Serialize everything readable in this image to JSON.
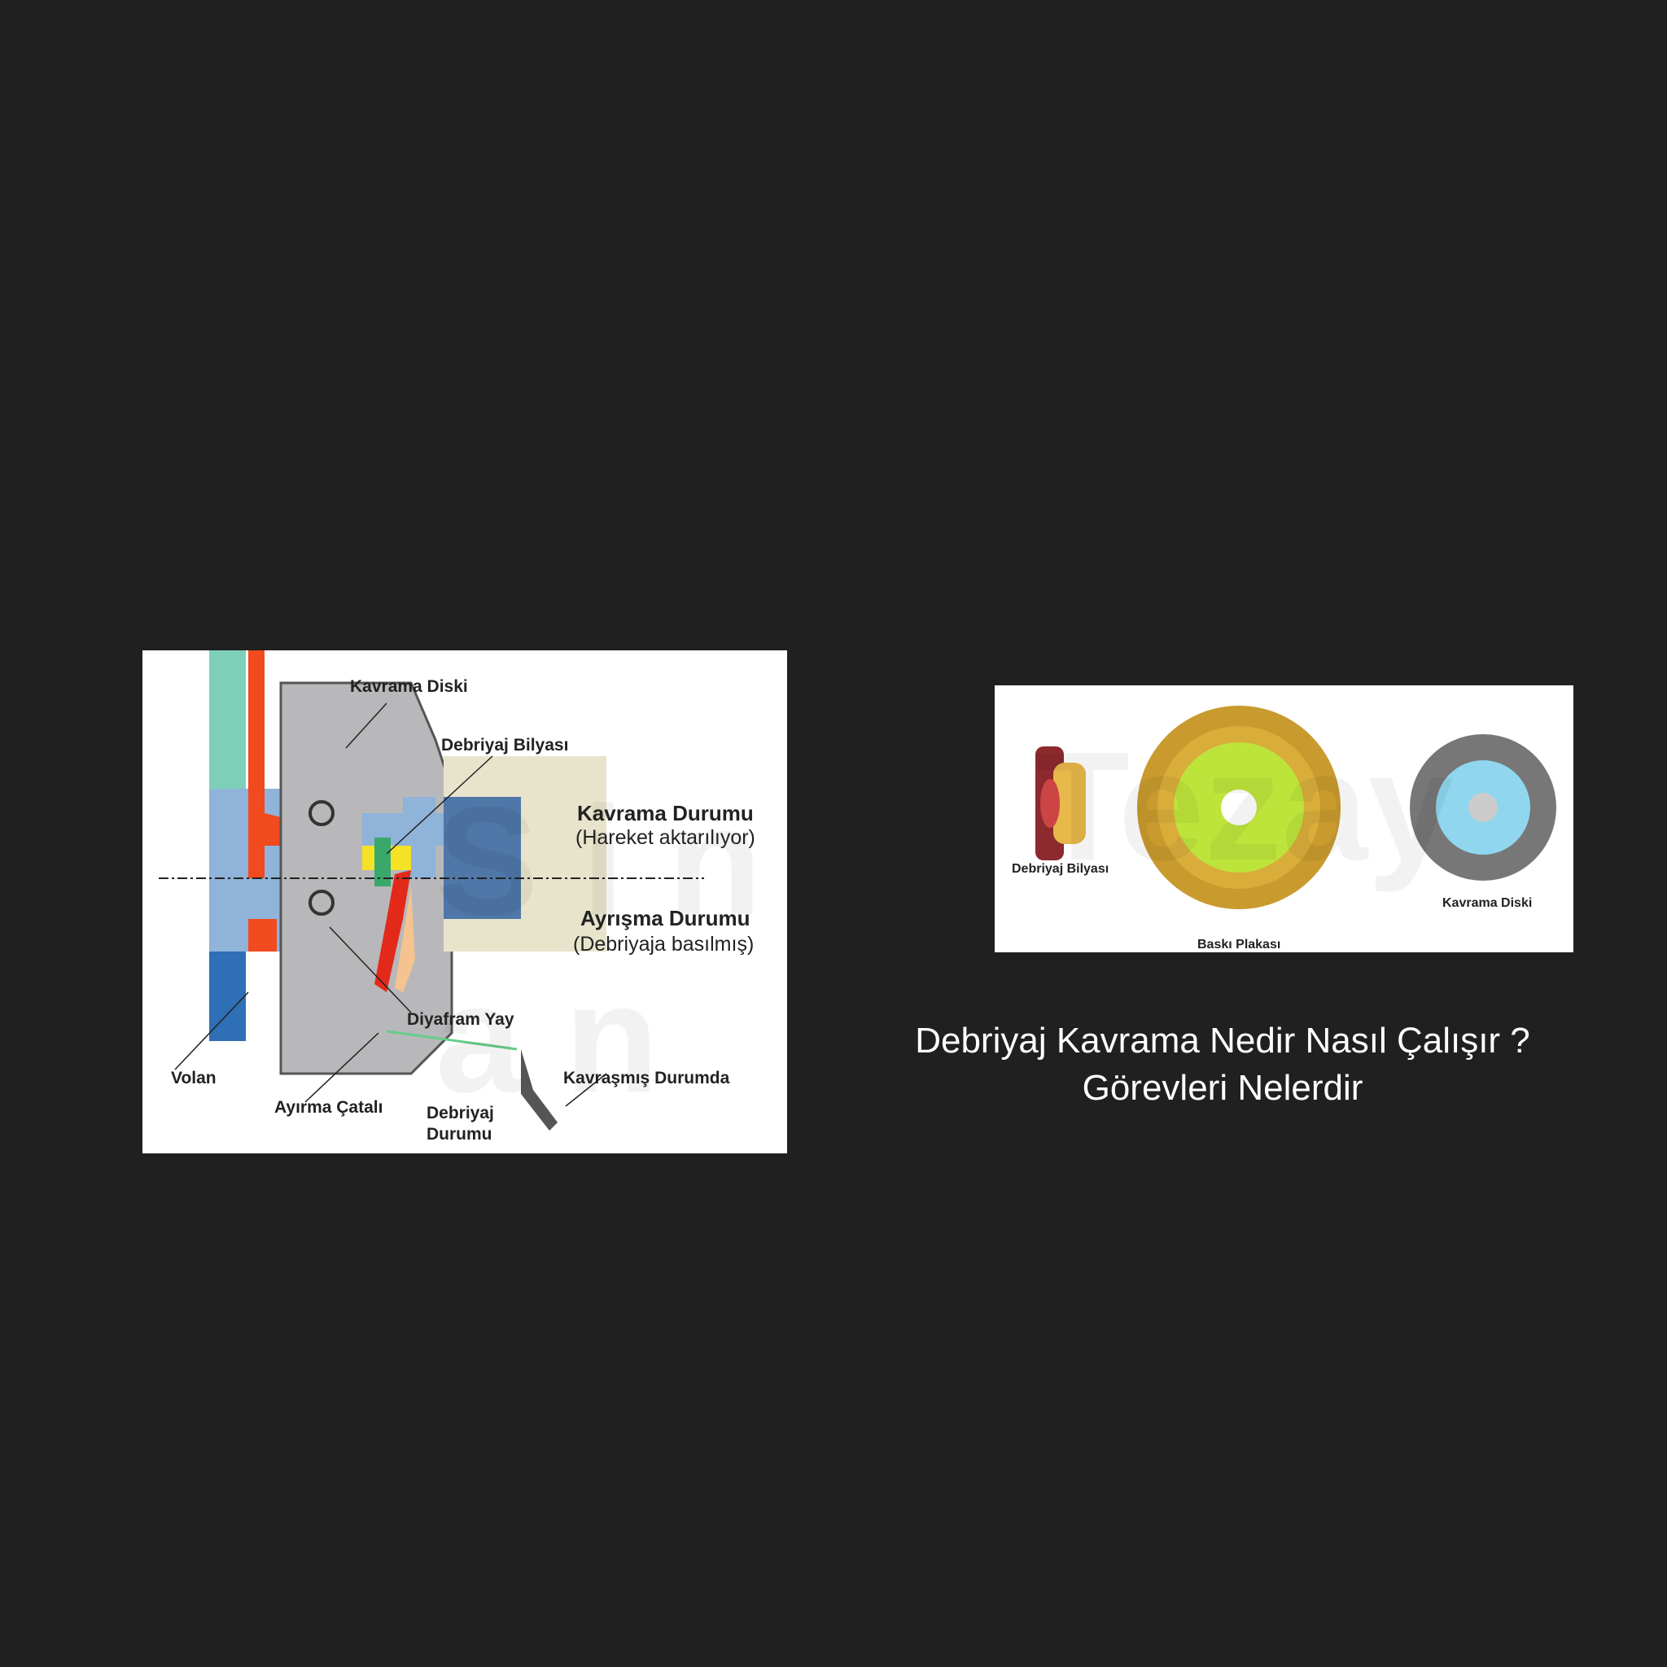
{
  "left_diagram": {
    "labels": {
      "kavrama_diski": "Kavrama Diski",
      "debriyaj_bilyasi": "Debriyaj Bilyası",
      "kavrama_durumu": "Kavrama Durumu",
      "hareket": "(Hareket aktarılıyor)",
      "ayrisma_durumu": "Ayrışma Durumu",
      "debriyaja_basilmis": "(Debriyaja basılmış)",
      "diyafram_yay": "Diyafram Yay",
      "volan": "Volan",
      "ayirma_catali": "Ayırma Çatalı",
      "debriyaj_line1": "Debriyaj",
      "debriyaj_line2": "Durumu",
      "kavrasmis_durumda": "Kavraşmış Durumda"
    },
    "watermark": "Sinan"
  },
  "right_diagram": {
    "labels": {
      "debriyaj_bilyasi": "Debriyaj Bilyası",
      "baski_plakasi": "Baskı Plakası",
      "kavrama_diski": "Kavrama Diski"
    },
    "watermark": "Tezay"
  },
  "title": {
    "line1": "Debriyaj Kavrama Nedir Nasıl Çalışır ?",
    "line2": "Görevleri Nelerdir"
  },
  "colors": {
    "background": "#202020",
    "title": "#ffffff"
  }
}
